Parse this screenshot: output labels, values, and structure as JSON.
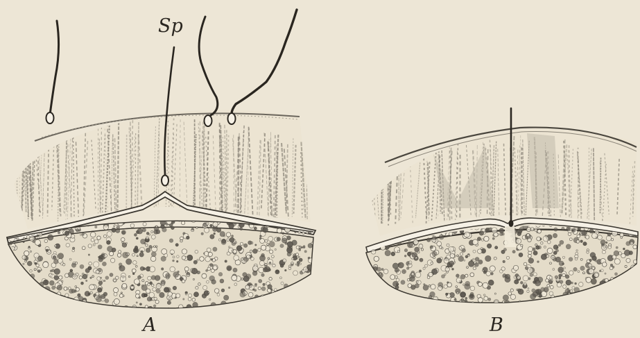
{
  "labels": {
    "sperm": "Sp",
    "panel_a": "A",
    "panel_b": "B"
  },
  "colors": {
    "paper": "#ede6d6",
    "ink": "#2a2620",
    "membrane": "#f6f1e6",
    "hatch": "#8a8478",
    "granule": "#5f5a52"
  }
}
